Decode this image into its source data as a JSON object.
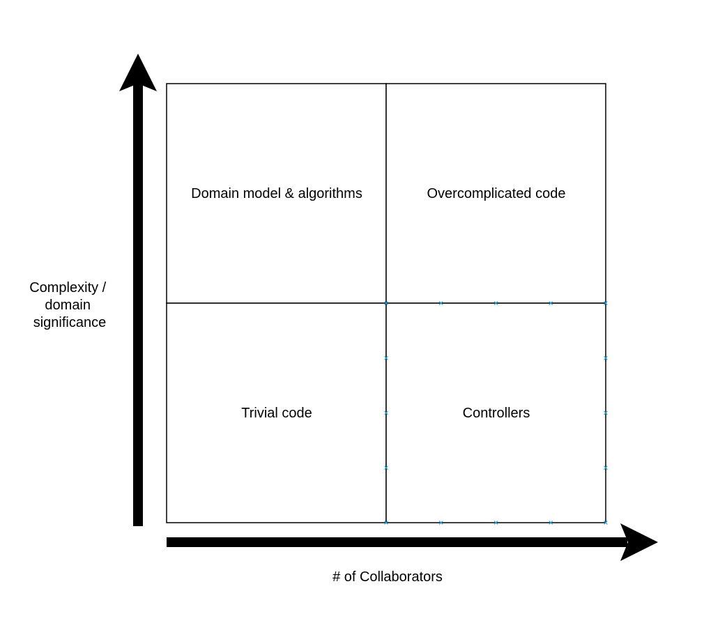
{
  "diagram": {
    "quadrants": {
      "top_left": "Domain model & algorithms",
      "top_right": "Overcomplicated code",
      "bottom_left": "Trivial code",
      "bottom_right": "Controllers"
    },
    "y_axis": {
      "label_lines": [
        "Complexity /",
        "domain",
        "significance"
      ]
    },
    "x_axis": {
      "label": "# of Collaborators"
    },
    "colors": {
      "line": "#000000",
      "selection_handle": "#29a8e0",
      "background": "#ffffff"
    }
  }
}
